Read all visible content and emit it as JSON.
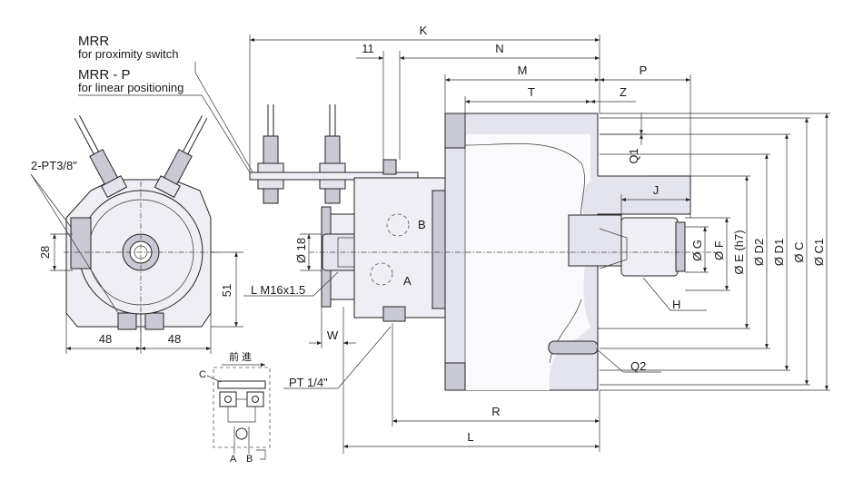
{
  "notes": {
    "mrr_title": "MRR",
    "mrr_sub": "for proximity switch",
    "mrrp_title": "MRR - P",
    "mrrp_sub": "for linear positioning"
  },
  "left_view": {
    "port_label": "2-PT3/8\"",
    "dim_28": "28",
    "dim_51": "51",
    "dim_48_left": "48",
    "dim_48_right": "48"
  },
  "circuit": {
    "direction_label": "前 進",
    "c_label": "C",
    "a_label": "A",
    "b_label": "B"
  },
  "main_view": {
    "dims": {
      "K": "K",
      "d11": "11",
      "N": "N",
      "M": "M",
      "P": "P",
      "T": "T",
      "Z": "Z",
      "Q1": "Q1",
      "J": "J",
      "R": "R",
      "L": "L",
      "W": "W",
      "d18": "Ø 18",
      "G": "Ø G",
      "F": "Ø F",
      "E": "Ø E (h7)",
      "D2": "Ø D2",
      "D1": "Ø D1",
      "C": "Ø C",
      "C1": "Ø C1"
    },
    "ports": {
      "A": "A",
      "B": "B"
    },
    "callouts": {
      "thread": "L M16x1.5",
      "pt14": "PT 1/4\"",
      "H": "H",
      "Q2": "Q2"
    }
  }
}
